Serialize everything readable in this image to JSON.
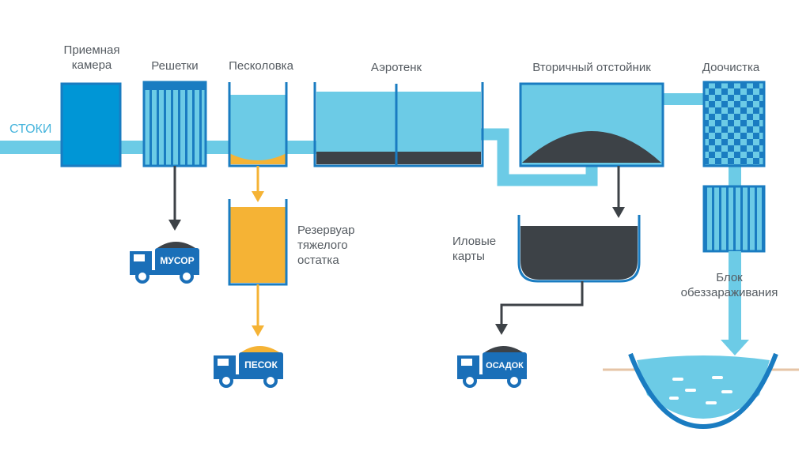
{
  "labels": {
    "inlet": "СТОКИ",
    "receiving_chamber": "Приемная\nкамера",
    "screens": "Решетки",
    "sand_trap": "Песколовка",
    "aerotank": "Аэротенк",
    "secondary_clarifier": "Вторичный отстойник",
    "post_treatment": "Доочистка",
    "heavy_residue_tank": "Резервуар\nтяжелого\nостатка",
    "sludge_beds": "Иловые\nкарты",
    "disinfection_block": "Блок\nобеззараживания"
  },
  "trucks": {
    "garbage": "МУСОР",
    "sand": "ПЕСОК",
    "sediment": "ОСАДОК"
  },
  "colors": {
    "pipe": "#6ccbe6",
    "tank_blue": "#0096d6",
    "outline": "#1a7cc1",
    "water": "#6ccbe6",
    "sludge": "#3d4247",
    "sand": "#f5b335",
    "truck": "#1a6fb8",
    "arrow_dark": "#3d4247",
    "arrow_orange": "#f5b335",
    "ground": "#e6c4a6"
  }
}
